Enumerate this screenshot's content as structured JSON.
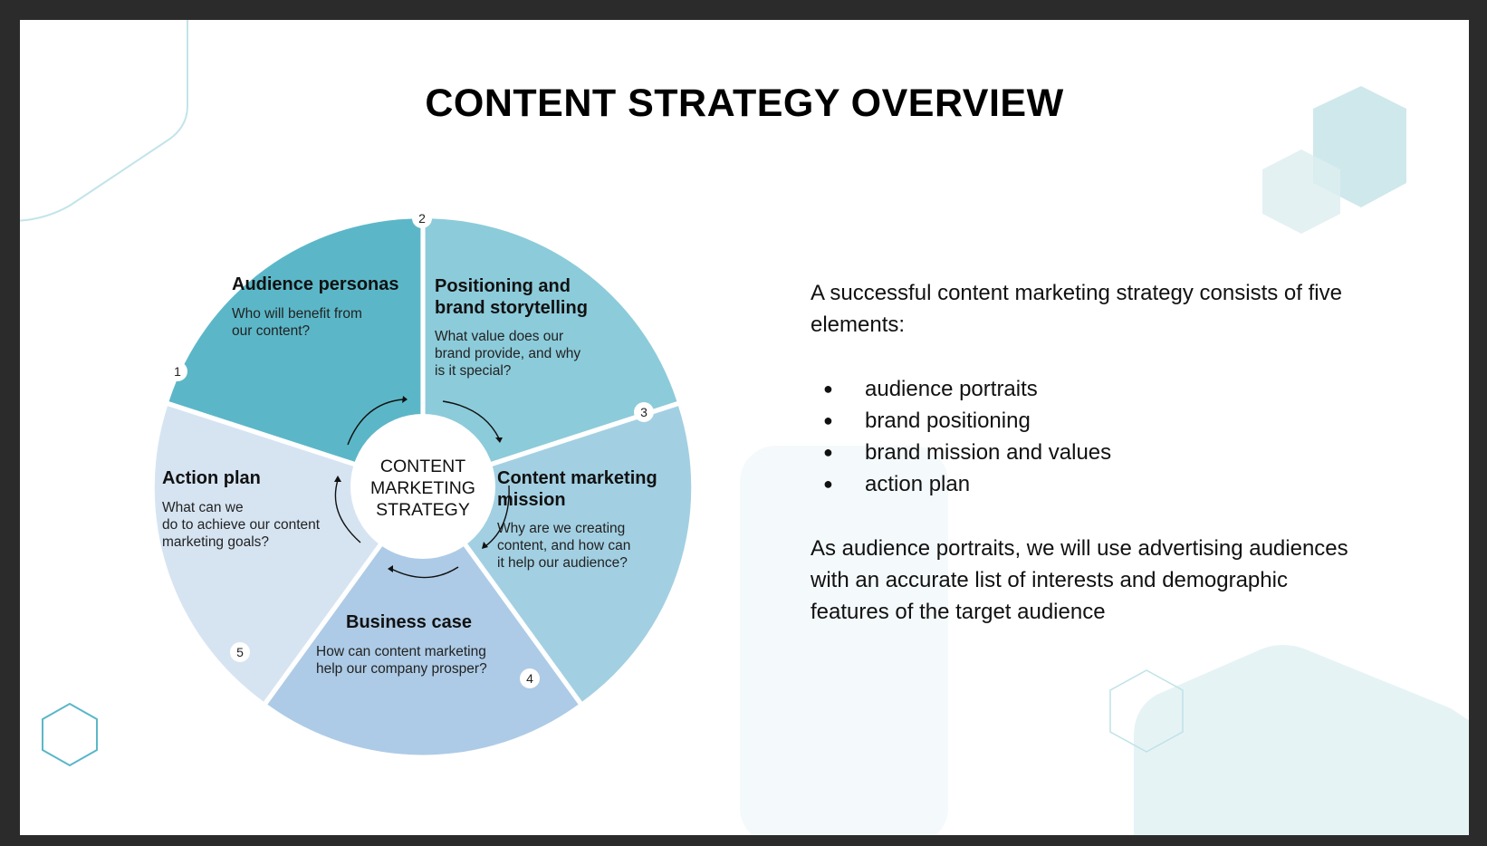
{
  "slide": {
    "title": "CONTENT STRATEGY OVERVIEW"
  },
  "diagram": {
    "center_label": "CONTENT\nMARKETING\nSTRATEGY",
    "segments": [
      {
        "number": "1",
        "title": "Audience personas",
        "description": "Who will benefit from\nour content?",
        "color": "#5bb7c8"
      },
      {
        "number": "2",
        "title": "Positioning and\nbrand storytelling",
        "description": "What value does our\nbrand provide, and why\nis it special?",
        "color": "#8ccbda"
      },
      {
        "number": "3",
        "title": "Content marketing\nmission",
        "description": "Why are we creating\ncontent, and how can\nit help our audience?",
        "color": "#a2d0e2"
      },
      {
        "number": "4",
        "title": "Business case",
        "description": "How can content marketing\nhelp our company prosper?",
        "color": "#adcbe6"
      },
      {
        "number": "5",
        "title": "Action plan",
        "description": "What can we\ndo to achieve our content\nmarketing goals?",
        "color": "#d6e4f2"
      }
    ]
  },
  "summary": {
    "intro": "A successful content marketing strategy consists of five elements:",
    "bullets": [
      "audience portraits",
      "brand positioning",
      "brand mission and values",
      "action plan"
    ],
    "outro": "As audience portraits, we will use advertising audiences with an accurate list of interests and demographic features of the target audience"
  },
  "colors": {
    "accent": "#5bb7c8",
    "decor_teal": "#b3dbe2",
    "decor_light": "#eef7f9"
  }
}
